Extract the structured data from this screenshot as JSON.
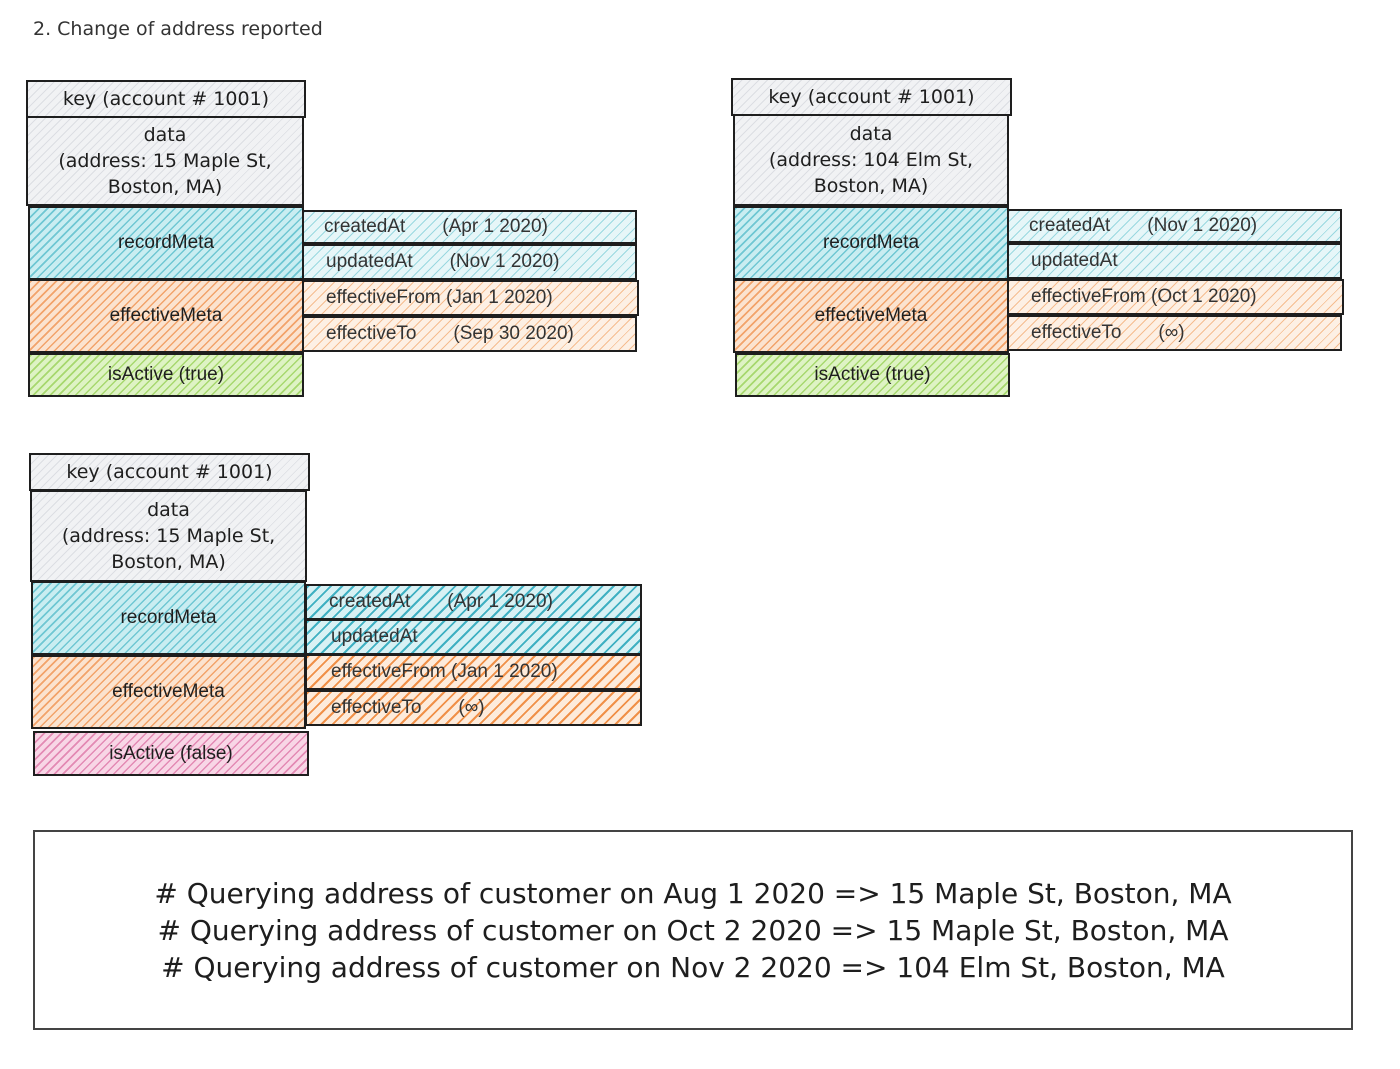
{
  "title": "2. Change of address reported",
  "records": [
    {
      "key": "key (account # 1001)",
      "data_lines": [
        "data",
        "(address: 15 Maple St,",
        "Boston, MA)"
      ],
      "record_meta": "recordMeta",
      "created_at": "createdAt       (Apr 1 2020)",
      "updated_at": "updatedAt       (Nov 1 2020)",
      "effective_meta": "effectiveMeta",
      "effective_from": "effectiveFrom (Jan 1 2020)",
      "effective_to": "effectiveTo       (Sep 30 2020)",
      "is_active": "isActive (true)"
    },
    {
      "key": "key (account # 1001)",
      "data_lines": [
        "data",
        "(address: 104 Elm St,",
        "Boston, MA)"
      ],
      "record_meta": "recordMeta",
      "created_at": "createdAt       (Nov 1 2020)",
      "updated_at": "updatedAt",
      "effective_meta": "effectiveMeta",
      "effective_from": "effectiveFrom (Oct 1 2020)",
      "effective_to": "effectiveTo       (∞)",
      "is_active": "isActive (true)"
    },
    {
      "key": "key (account # 1001)",
      "data_lines": [
        "data",
        "(address: 15 Maple St,",
        "Boston, MA)"
      ],
      "record_meta": "recordMeta",
      "created_at": "createdAt       (Apr 1 2020)",
      "updated_at": "updatedAt",
      "effective_meta": "effectiveMeta",
      "effective_from": "effectiveFrom (Jan 1 2020)",
      "effective_to": "effectiveTo       (∞)",
      "is_active": "isActive (false)"
    }
  ],
  "queries": [
    "# Querying address of customer on Aug 1 2020 => 15 Maple St, Boston, MA",
    "# Querying address of customer on Oct 2 2020 => 15 Maple St, Boston, MA",
    "# Querying address of customer on Nov 2 2020 => 104 Elm St, Boston, MA"
  ],
  "colors": {
    "record_meta": "#6fc7d3",
    "effective_meta": "#f2a36a",
    "active_true": "#a7d86e",
    "active_false": "#e38ab4"
  }
}
